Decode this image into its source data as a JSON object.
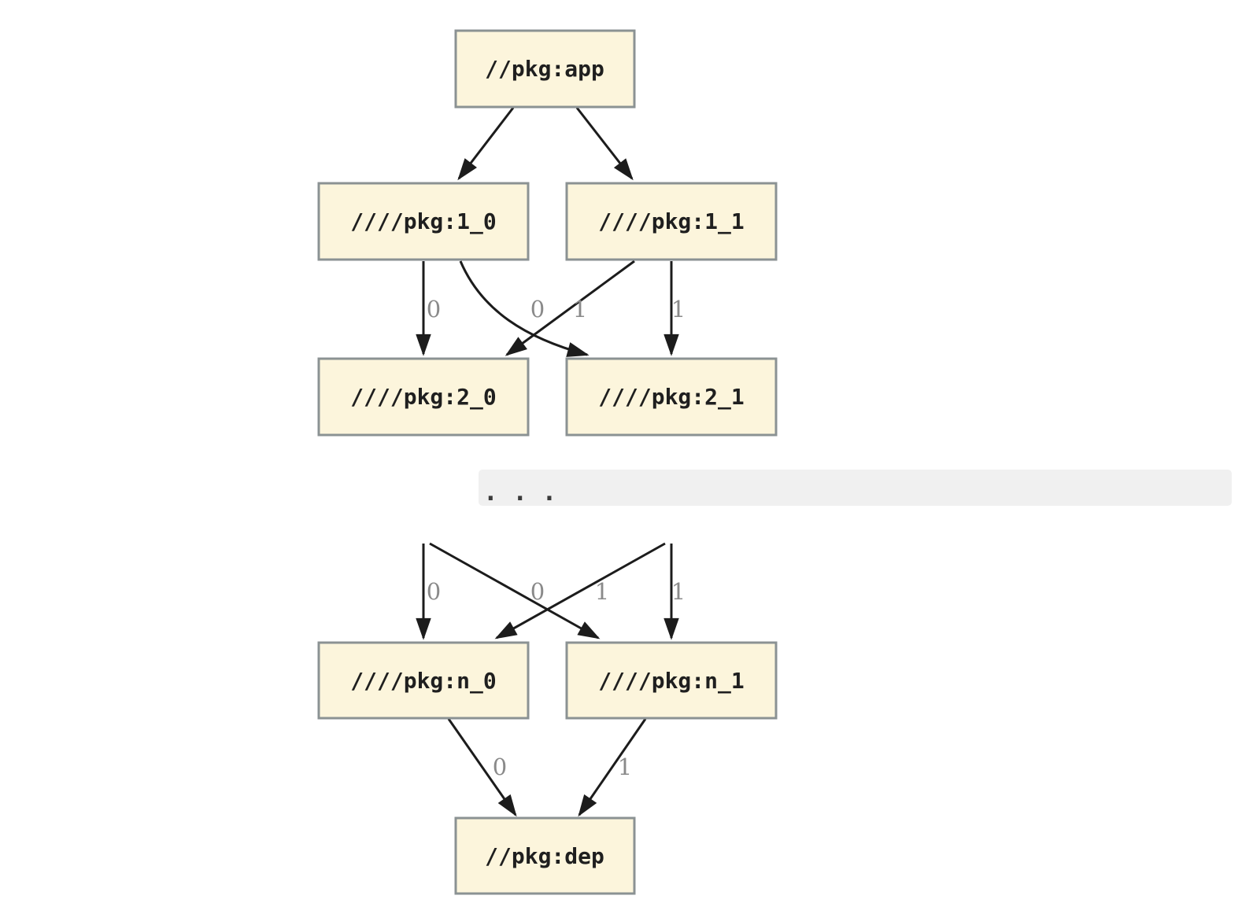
{
  "diagram": {
    "type": "dependency-graph",
    "ellipsis": ". . .",
    "nodes": [
      {
        "id": "app",
        "label": "//pkg:app"
      },
      {
        "id": "1_0",
        "label": "////pkg:1_0"
      },
      {
        "id": "1_1",
        "label": "////pkg:1_1"
      },
      {
        "id": "2_0",
        "label": "////pkg:2_0"
      },
      {
        "id": "2_1",
        "label": "////pkg:2_1"
      },
      {
        "id": "n_0",
        "label": "////pkg:n_0"
      },
      {
        "id": "n_1",
        "label": "////pkg:n_1"
      },
      {
        "id": "dep",
        "label": "//pkg:dep"
      }
    ],
    "edges": [
      {
        "from": "app",
        "to": "1_0",
        "label": ""
      },
      {
        "from": "app",
        "to": "1_1",
        "label": ""
      },
      {
        "from": "1_0",
        "to": "2_0",
        "label": "0"
      },
      {
        "from": "1_0",
        "to": "2_1",
        "label": "1"
      },
      {
        "from": "1_1",
        "to": "2_0",
        "label": "0"
      },
      {
        "from": "1_1",
        "to": "2_1",
        "label": "1"
      },
      {
        "from": "…",
        "to": "n_0",
        "label": "0"
      },
      {
        "from": "…",
        "to": "n_1",
        "label": "1"
      },
      {
        "from": "…",
        "to": "n_0",
        "label": "0"
      },
      {
        "from": "…",
        "to": "n_1",
        "label": "1"
      },
      {
        "from": "n_0",
        "to": "dep",
        "label": "0"
      },
      {
        "from": "n_1",
        "to": "dep",
        "label": "1"
      }
    ],
    "colors": {
      "node_fill": "#fcf5dc",
      "node_border": "#8b9293",
      "node_text": "#1f1f1f",
      "edge": "#1c1c1c",
      "edge_label": "#8a8a8a",
      "ellipsis_bg": "#f0f0f0",
      "ellipsis_dots": "#3a3a3a"
    }
  }
}
